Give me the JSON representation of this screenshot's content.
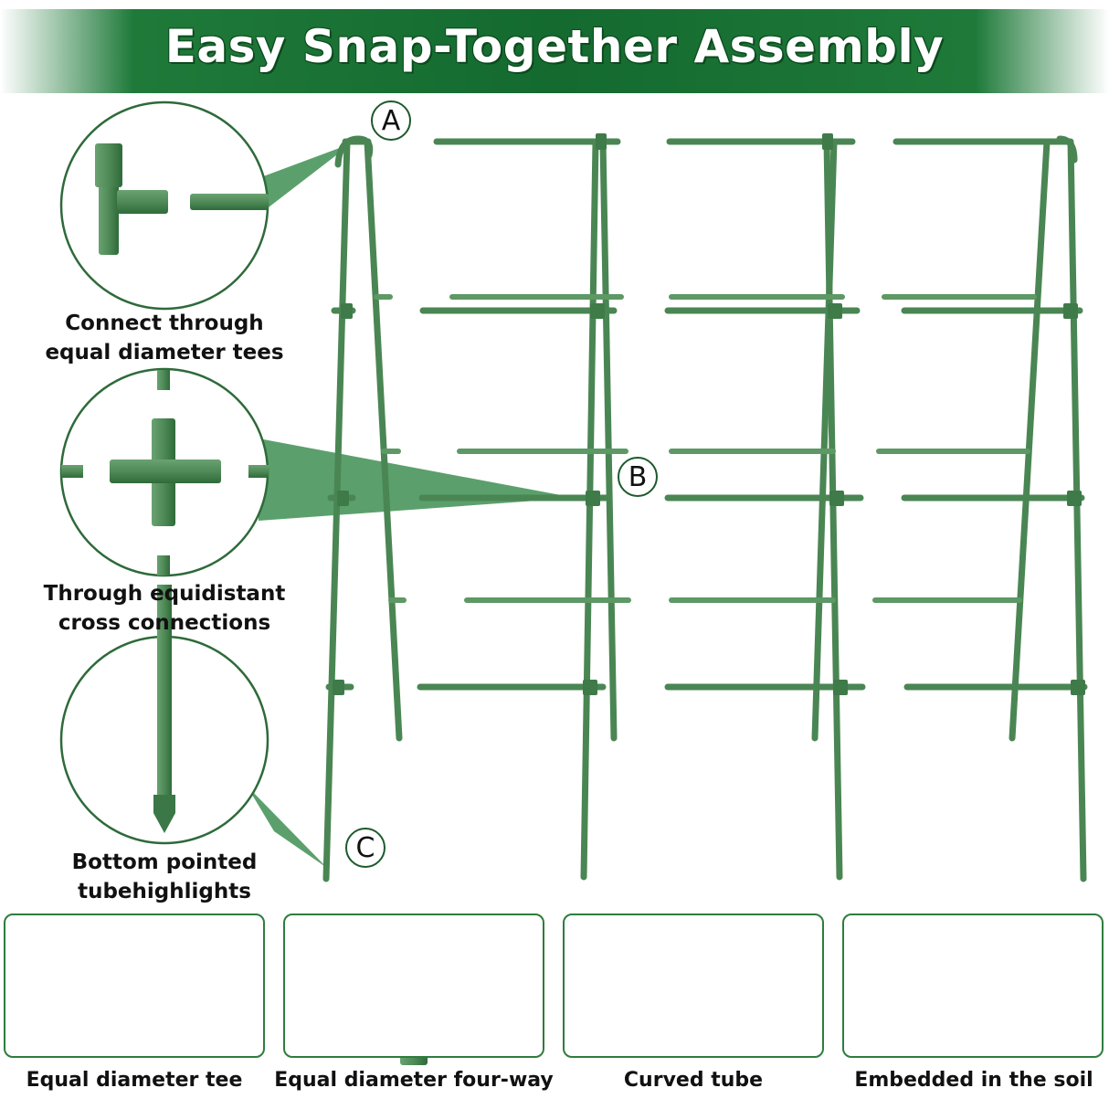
{
  "title": "Easy Snap-Together Assembly",
  "colors": {
    "accent": "#146a2f",
    "tube": "#4f8a57",
    "tube_dark": "#2f6b3a",
    "highlight": "#3e8f52"
  },
  "markers": {
    "a": "A",
    "b": "B",
    "c": "C"
  },
  "captions": {
    "tee": {
      "line1": "Connect through",
      "line2": "equal diameter tees"
    },
    "cross": {
      "line1": "Through equidistant",
      "line2": "cross connections"
    },
    "point": {
      "line1": "Bottom pointed",
      "line2": "tubehighlights"
    }
  },
  "cards": [
    {
      "label": "Equal diameter tee",
      "icon": "tee-connector-icon"
    },
    {
      "label": "Equal diameter four-way",
      "icon": "four-way-connector-icon"
    },
    {
      "label": "Curved tube",
      "icon": "curved-tube-icon"
    },
    {
      "label": "Embedded in the soil",
      "icon": "pointed-stake-icon"
    }
  ]
}
